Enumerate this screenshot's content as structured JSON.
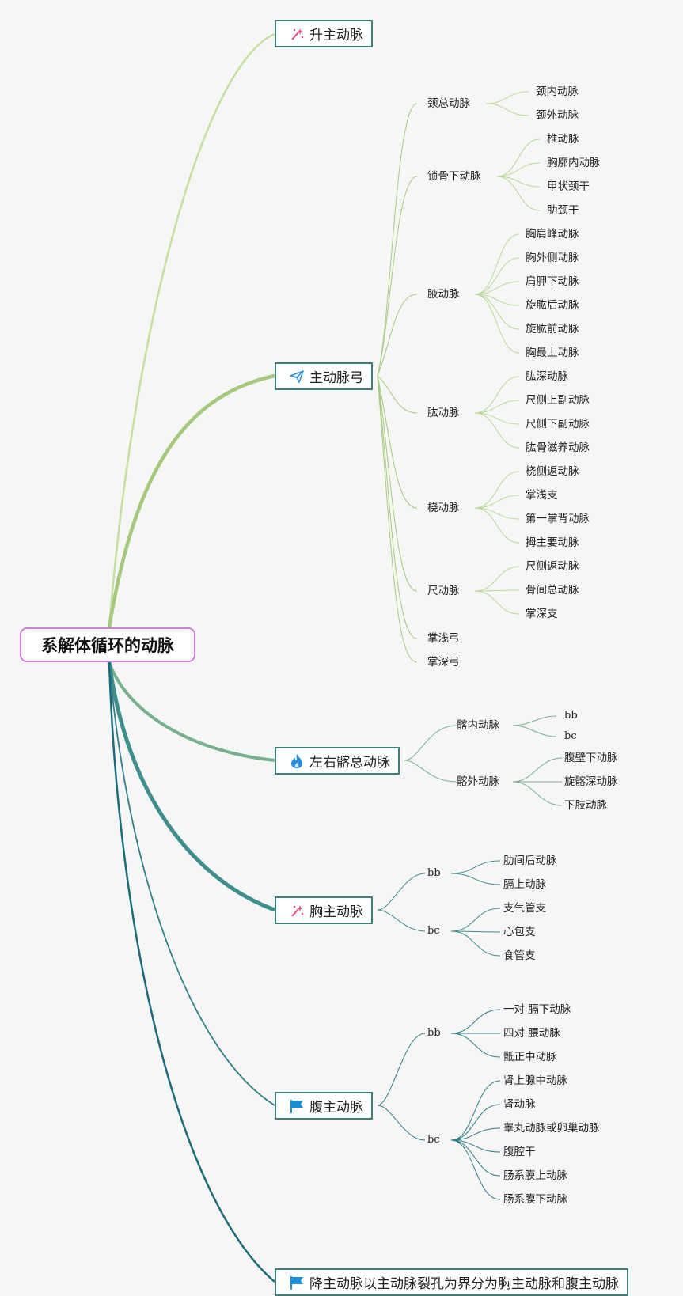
{
  "root": "系解体循环的动脉",
  "branches": {
    "ascending": {
      "label": "升主动脉",
      "icon": "sparkle-wand-icon"
    },
    "arch": {
      "label": "主动脉弓",
      "icon": "paper-plane-icon"
    },
    "iliac": {
      "label": "左右髂总动脉",
      "icon": "flame-icon"
    },
    "thoracic": {
      "label": "胸主动脉",
      "icon": "sparkle-wand-icon"
    },
    "abdominal": {
      "label": "腹主动脉",
      "icon": "flag-icon"
    },
    "descending": {
      "label": "降主动脉以主动脉裂孔为界分为胸主动脉和腹主动脉",
      "icon": "flag-icon"
    }
  },
  "arch": {
    "common_carotid": {
      "label": "颈总动脉",
      "children": [
        "颈内动脉",
        "颈外动脉"
      ]
    },
    "subclavian": {
      "label": "锁骨下动脉",
      "children": [
        "椎动脉",
        "胸廓内动脉",
        "甲状颈干",
        "肋颈干"
      ]
    },
    "axillary": {
      "label": "腋动脉",
      "children": [
        "胸肩峰动脉",
        "胸外侧动脉",
        "肩胛下动脉",
        "旋肱后动脉",
        "旋肱前动脉",
        "胸最上动脉"
      ]
    },
    "brachial": {
      "label": "肱动脉",
      "children": [
        "肱深动脉",
        "尺侧上副动脉",
        "尺侧下副动脉",
        "肱骨滋养动脉"
      ]
    },
    "radial": {
      "label": "桡动脉",
      "children": [
        "桡侧返动脉",
        "掌浅支",
        "第一掌背动脉",
        "拇主要动脉"
      ]
    },
    "ulnar": {
      "label": "尺动脉",
      "children": [
        "尺侧返动脉",
        "骨间总动脉",
        "掌深支"
      ]
    },
    "superficial_arch": {
      "label": "掌浅弓"
    },
    "deep_arch": {
      "label": "掌深弓"
    }
  },
  "iliac": {
    "internal": {
      "label": "髂内动脉",
      "children": [
        "bb",
        "bc"
      ]
    },
    "external": {
      "label": "髂外动脉",
      "children": [
        "腹壁下动脉",
        "旋髂深动脉",
        "下肢动脉"
      ]
    }
  },
  "thoracic": {
    "bb": {
      "label": "bb",
      "children": [
        "肋间后动脉",
        "膈上动脉"
      ]
    },
    "bc": {
      "label": "bc",
      "children": [
        "支气管支",
        "心包支",
        "食管支"
      ]
    }
  },
  "abdominal": {
    "bb": {
      "label": "bb",
      "children": [
        "一对 膈下动脉",
        "四对 腰动脉",
        "骶正中动脉"
      ]
    },
    "bc": {
      "label": "bc",
      "children": [
        "肾上腺中动脉",
        "肾动脉",
        "睾丸动脉或卵巢动脉",
        "腹腔干",
        "肠系膜上动脉",
        "肠系膜下动脉"
      ]
    }
  },
  "colors": {
    "root_border": "#d47ee0",
    "branch_border": "#3f7f7a",
    "ascending_link": "#c4e09e",
    "arch_link": "#a5c97c",
    "iliac_link": "#78b08e",
    "thoracic_link": "#3e8f8c",
    "abdominal_link": "#2f7f86",
    "descending_link": "#1d6b7a",
    "flag_blue": "#1b8fd6",
    "flame_blue": "#2a8de0",
    "sparkle_pink": "#e04a7a"
  }
}
